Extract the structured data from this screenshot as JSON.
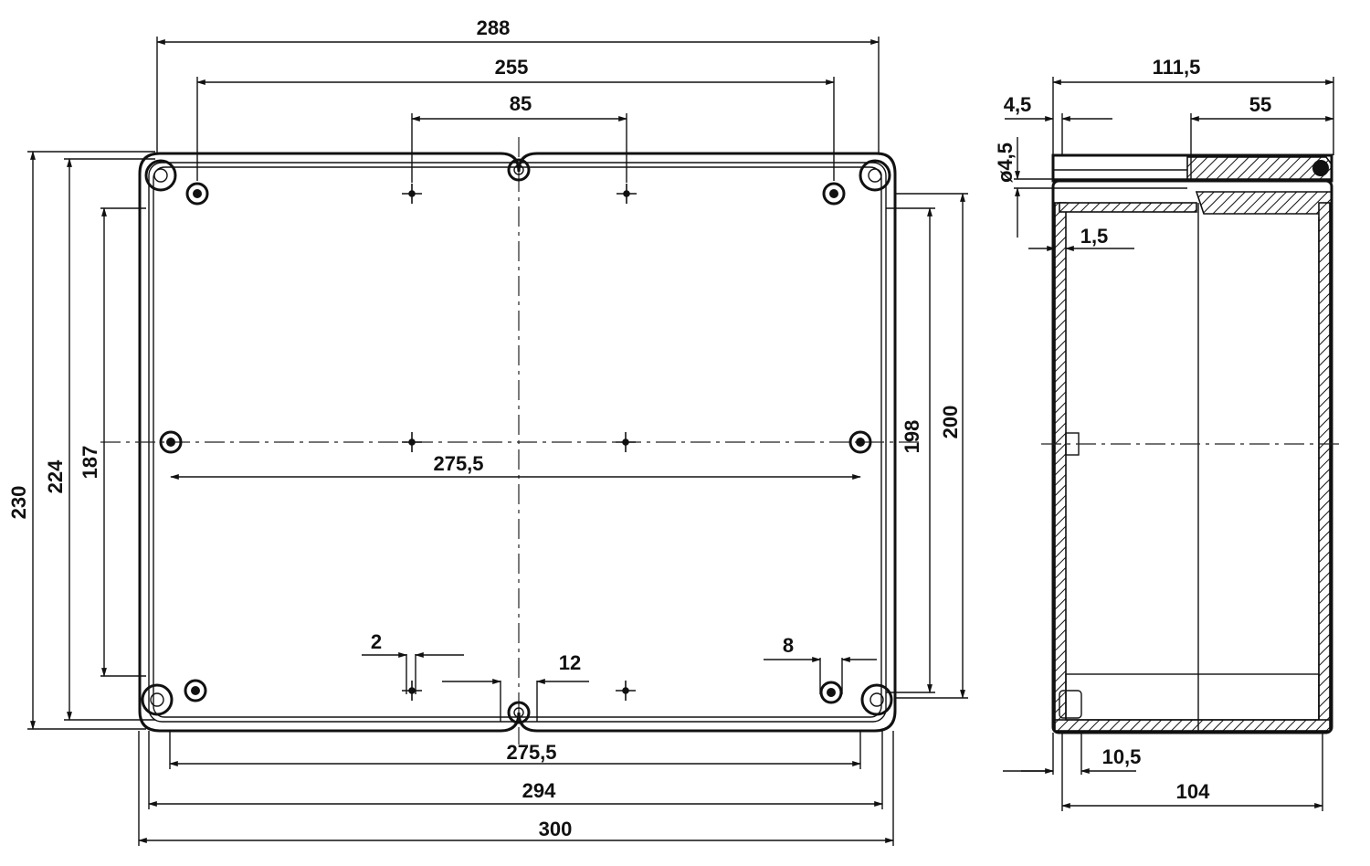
{
  "front_view": {
    "top_dims": {
      "overall_288": "288",
      "holes_255": "255",
      "center_85": "85"
    },
    "left_dims": {
      "height_230": "230",
      "height_224": "224",
      "height_187": "187"
    },
    "right_dims": {
      "height_198": "198",
      "height_200": "200"
    },
    "middle_dim": {
      "width_275_5": "275,5"
    },
    "bottom_dims": {
      "width_275_5": "275,5",
      "width_294": "294",
      "width_300": "300"
    },
    "detail_dims": {
      "gap_2": "2",
      "gap_12": "12",
      "gap_8": "8"
    }
  },
  "side_view": {
    "top_dims": {
      "depth_111_5": "111,5",
      "depth_55": "55",
      "lip_4_5": "4,5"
    },
    "hole_dim": {
      "dia_4_5": "ø4,5"
    },
    "wall_dim": {
      "wall_1_5": "1,5"
    },
    "bottom_dims": {
      "base_10_5": "10,5",
      "depth_104": "104"
    }
  }
}
